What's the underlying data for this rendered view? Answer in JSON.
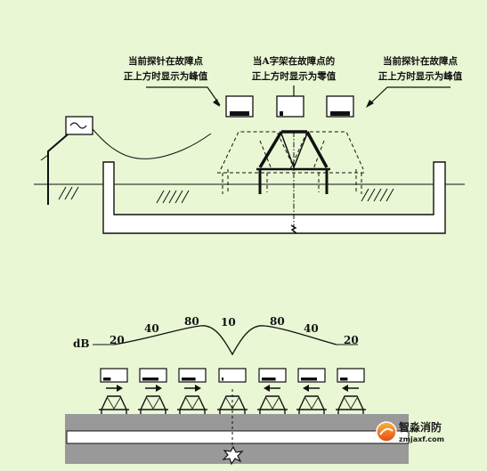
{
  "top_labels": {
    "left": {
      "line1": "当前探针在故障点",
      "line2": "正上方时显示为峰值"
    },
    "center": {
      "line1": "当A字架在故障点的",
      "line2": "正上方时显示为零值"
    },
    "right": {
      "line1": "当前探针在故障点",
      "line2": "正上方时显示为峰值"
    }
  },
  "db_curve": {
    "unit": "dB",
    "values": [
      "20",
      "40",
      "80",
      "10",
      "80",
      "40",
      "20"
    ]
  },
  "probe_arrows": [
    "right",
    "right",
    "right",
    "none",
    "left",
    "left",
    "left"
  ],
  "meter_bar_fill": [
    0.35,
    0.75,
    0.65,
    0.05,
    0.65,
    0.75,
    0.35
  ],
  "watermark": {
    "brand": "智淼消防",
    "url": "zmjaxf.com"
  },
  "colors": {
    "background": "#e9f7d4",
    "ground_band": "#999999",
    "line": "#111111"
  }
}
